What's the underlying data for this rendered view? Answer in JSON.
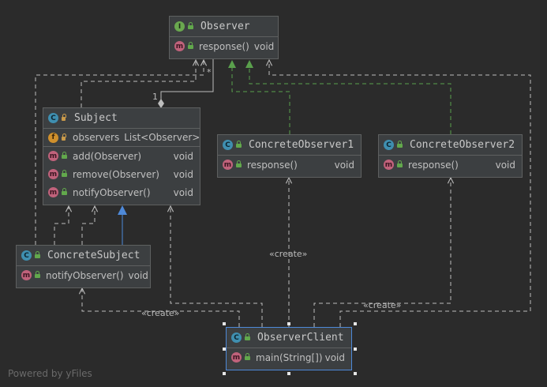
{
  "classes": {
    "observer": {
      "name": "Observer",
      "kind_icon": "I",
      "methods": [
        {
          "name": "response()",
          "type": "void"
        }
      ]
    },
    "subject": {
      "name": "Subject",
      "kind_icon": "C",
      "fields": [
        {
          "icon": "f",
          "name": "observers",
          "type": "List<Observer>"
        }
      ],
      "methods": [
        {
          "name": "add(Observer)",
          "type": "void"
        },
        {
          "name": "remove(Observer)",
          "type": "void"
        },
        {
          "name": "notifyObserver()",
          "type": "void"
        }
      ]
    },
    "concrete_observer1": {
      "name": "ConcreteObserver1",
      "kind_icon": "C",
      "methods": [
        {
          "name": "response()",
          "type": "void"
        }
      ]
    },
    "concrete_observer2": {
      "name": "ConcreteObserver2",
      "kind_icon": "C",
      "methods": [
        {
          "name": "response()",
          "type": "void"
        }
      ]
    },
    "concrete_subject": {
      "name": "ConcreteSubject",
      "kind_icon": "C",
      "methods": [
        {
          "name": "notifyObserver()",
          "type": "void"
        }
      ]
    },
    "observer_client": {
      "name": "ObserverClient",
      "kind_icon": "C",
      "methods": [
        {
          "name": "main(String[])",
          "type": "void"
        }
      ]
    }
  },
  "edge_labels": {
    "many": "*",
    "one": "1",
    "create_1": "«create»",
    "create_2": "«create»",
    "create_3": "«create»"
  },
  "colors": {
    "background": "#2b2b2b",
    "node_fill": "#3c3f41",
    "dependency": "#bdbdbd",
    "realization": "#5aa04c",
    "generalization": "#4e89d8"
  },
  "footer": "Powered by yFiles"
}
